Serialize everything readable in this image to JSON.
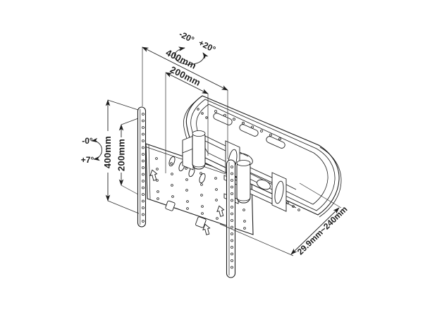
{
  "diagram": {
    "subject": "Articulating TV wall-mount bracket — isometric technical line drawing",
    "background_color": "#ffffff",
    "line_color": "#1c1c1c",
    "dimensions": {
      "width_outer": "400mm",
      "width_inner": "200mm",
      "height_outer": "400mm",
      "height_inner": "200mm",
      "extension_range": "29.9mm~240mm"
    },
    "angles": {
      "swivel_left": "-20°",
      "swivel_right": "+20°",
      "tilt_up": "-0°",
      "tilt_down": "+7°"
    }
  }
}
